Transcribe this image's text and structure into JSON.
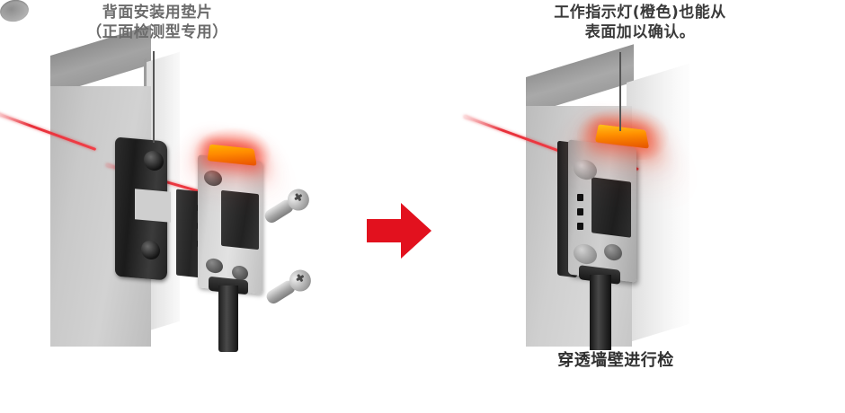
{
  "figure": {
    "title_left": "背面安装用垫片\n（正面检测型专用）",
    "title_right": "工作指示灯(橙色)也能从\n表面加以确认。",
    "caption_bottom": "穿透墙壁进行检"
  },
  "colors": {
    "arrow": "#E2111E",
    "beam": "#E8303A",
    "indicator_orange": "#FF8A00",
    "wall_gray": "#C9C9C9",
    "bracket_black": "#232323",
    "sensor_body_gray": "#D6D6D6",
    "caption_left_text": "#6B6B6B",
    "caption_right_text": "#3A3A3A",
    "caption_bottom_text": "#2F2F2F",
    "leader_line": "#555555",
    "background": "#FFFFFF"
  },
  "panels": {
    "left": {
      "name": "exploded-assembly-view",
      "parts": [
        "back-mounting-spacer-bracket",
        "photoelectric-sensor-body",
        "orange-operation-indicator",
        "mounting-screw-upper",
        "mounting-screw-lower",
        "sensor-cable",
        "wall-panel",
        "beam-through-hole",
        "red-detection-beam"
      ]
    },
    "right": {
      "name": "assembled-through-wall-view",
      "parts": [
        "wall-panel",
        "mounted-sensor-assembly",
        "orange-operation-indicator",
        "sensor-cable",
        "red-detection-beam"
      ]
    }
  },
  "arrow": {
    "direction": "right",
    "label": "assembly-transition-arrow"
  }
}
